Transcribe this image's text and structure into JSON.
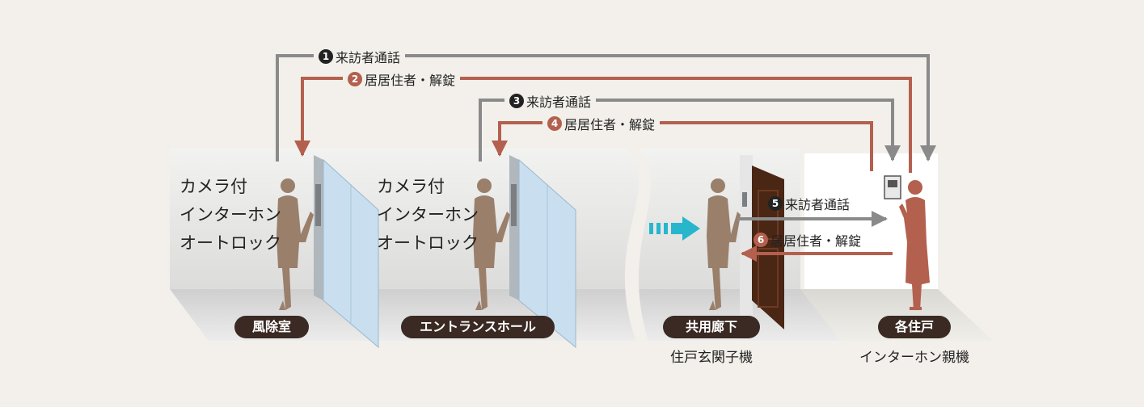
{
  "flows": [
    {
      "num": "1",
      "label": "来訪者通話",
      "kind": "call"
    },
    {
      "num": "2",
      "label": "居居住者・解錠",
      "kind": "unlock"
    },
    {
      "num": "3",
      "label": "来訪者通話",
      "kind": "call"
    },
    {
      "num": "4",
      "label": "居居住者・解錠",
      "kind": "unlock"
    },
    {
      "num": "5",
      "label": "来訪者通話",
      "kind": "call"
    },
    {
      "num": "6",
      "label": "居居住者・解錠",
      "kind": "unlock"
    }
  ],
  "stations": [
    {
      "lines": [
        "カメラ付",
        "インターホン",
        "オートロック"
      ],
      "pill": "風除室"
    },
    {
      "lines": [
        "カメラ付",
        "インターホン",
        "オートロック"
      ],
      "pill": "エントランスホール"
    },
    {
      "pill": "共用廊下",
      "caption": "住戸玄関子機"
    },
    {
      "pill": "各住戸",
      "caption": "インターホン親機"
    }
  ],
  "colors": {
    "call_arrow": "#8a8a8a",
    "unlock_arrow": "#b3604f",
    "person_visitor": "#9a7f6b",
    "person_resident": "#b3604f",
    "glass": "#c9dff0",
    "cyan_arrow": "#27b6cc",
    "door": "#4a2615",
    "pill_bg": "#3a2a23"
  }
}
